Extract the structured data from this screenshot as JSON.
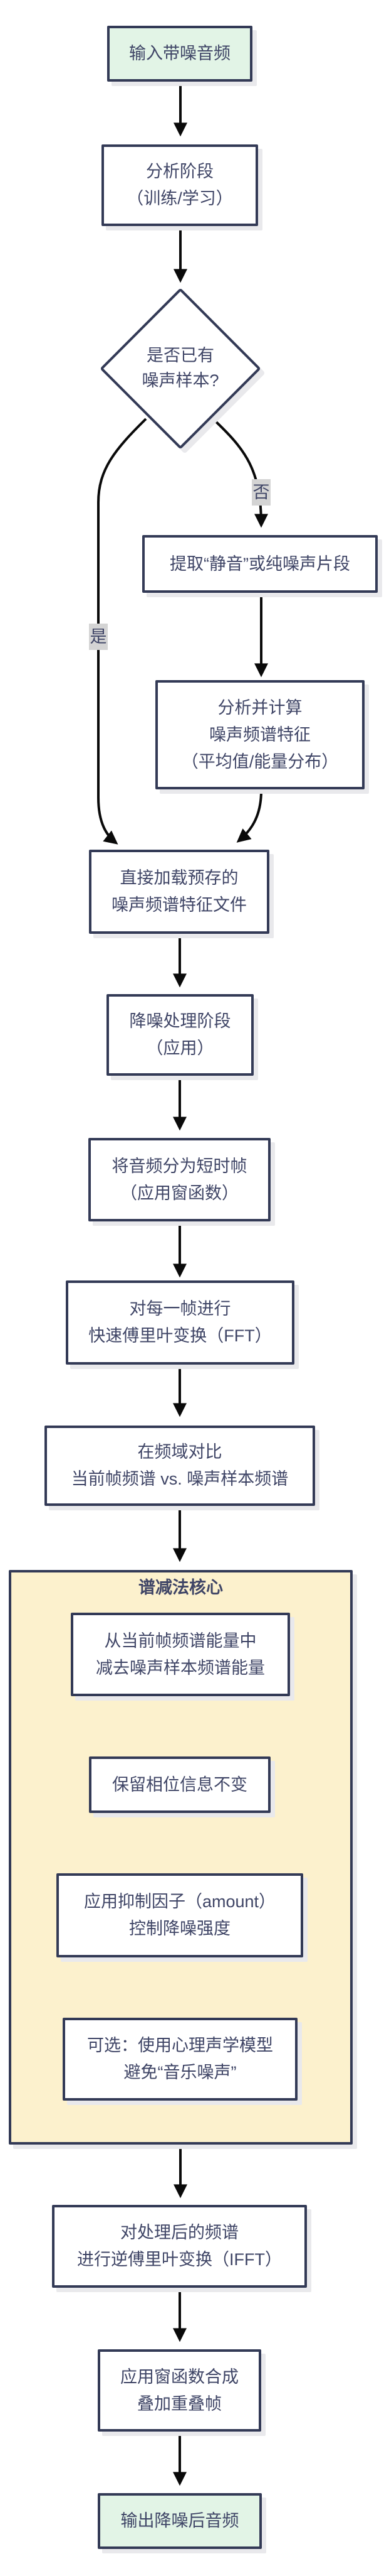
{
  "diagram": {
    "kind": "flowchart",
    "language": "zh-CN",
    "topic": "audio noise reduction (spectral subtraction)",
    "nodes": {
      "input": "输入带噪音频",
      "analysis_stage": "分析阶段\n（训练/学习）",
      "decision": "是否已有\n噪声样本?",
      "extract": "提取“静音”或纯噪声片段",
      "compute": "分析并计算\n噪声频谱特征\n（平均值/能量分布）",
      "load": "直接加载预存的\n噪声频谱特征文件",
      "denoise_stage": "降噪处理阶段\n（应用）",
      "framing": "将音频分为短时帧\n（应用窗函数）",
      "fft": "对每一帧进行\n快速傅里叶变换（FFT）",
      "compare": "在频域对比\n当前帧频谱 vs. 噪声样本频谱",
      "subtract": "从当前帧频谱能量中\n减去噪声样本频谱能量",
      "phase": "保留相位信息不变",
      "amount": "应用抑制因子（amount）\n控制降噪强度",
      "psycho": "可选：使用心理声学模型\n避免“音乐噪声”",
      "ifft": "对处理后的频谱\n进行逆傅里叶变换（IFFT）",
      "overlap": "应用窗函数合成\n叠加重叠帧",
      "output": "输出降噪后音频"
    },
    "group": {
      "title": "谱减法核心"
    },
    "edge_labels": {
      "yes": "是",
      "no": "否"
    },
    "colors": {
      "border": "#333a56",
      "text": "#3f4566",
      "start_end_fill": "#e2f4e6",
      "group_fill": "#fcf1cd",
      "edge_label_bg": "#d4d4d4",
      "arrow": "#0a0a0a",
      "shadow": "#e9e9ec",
      "background": "#ffffff"
    }
  }
}
